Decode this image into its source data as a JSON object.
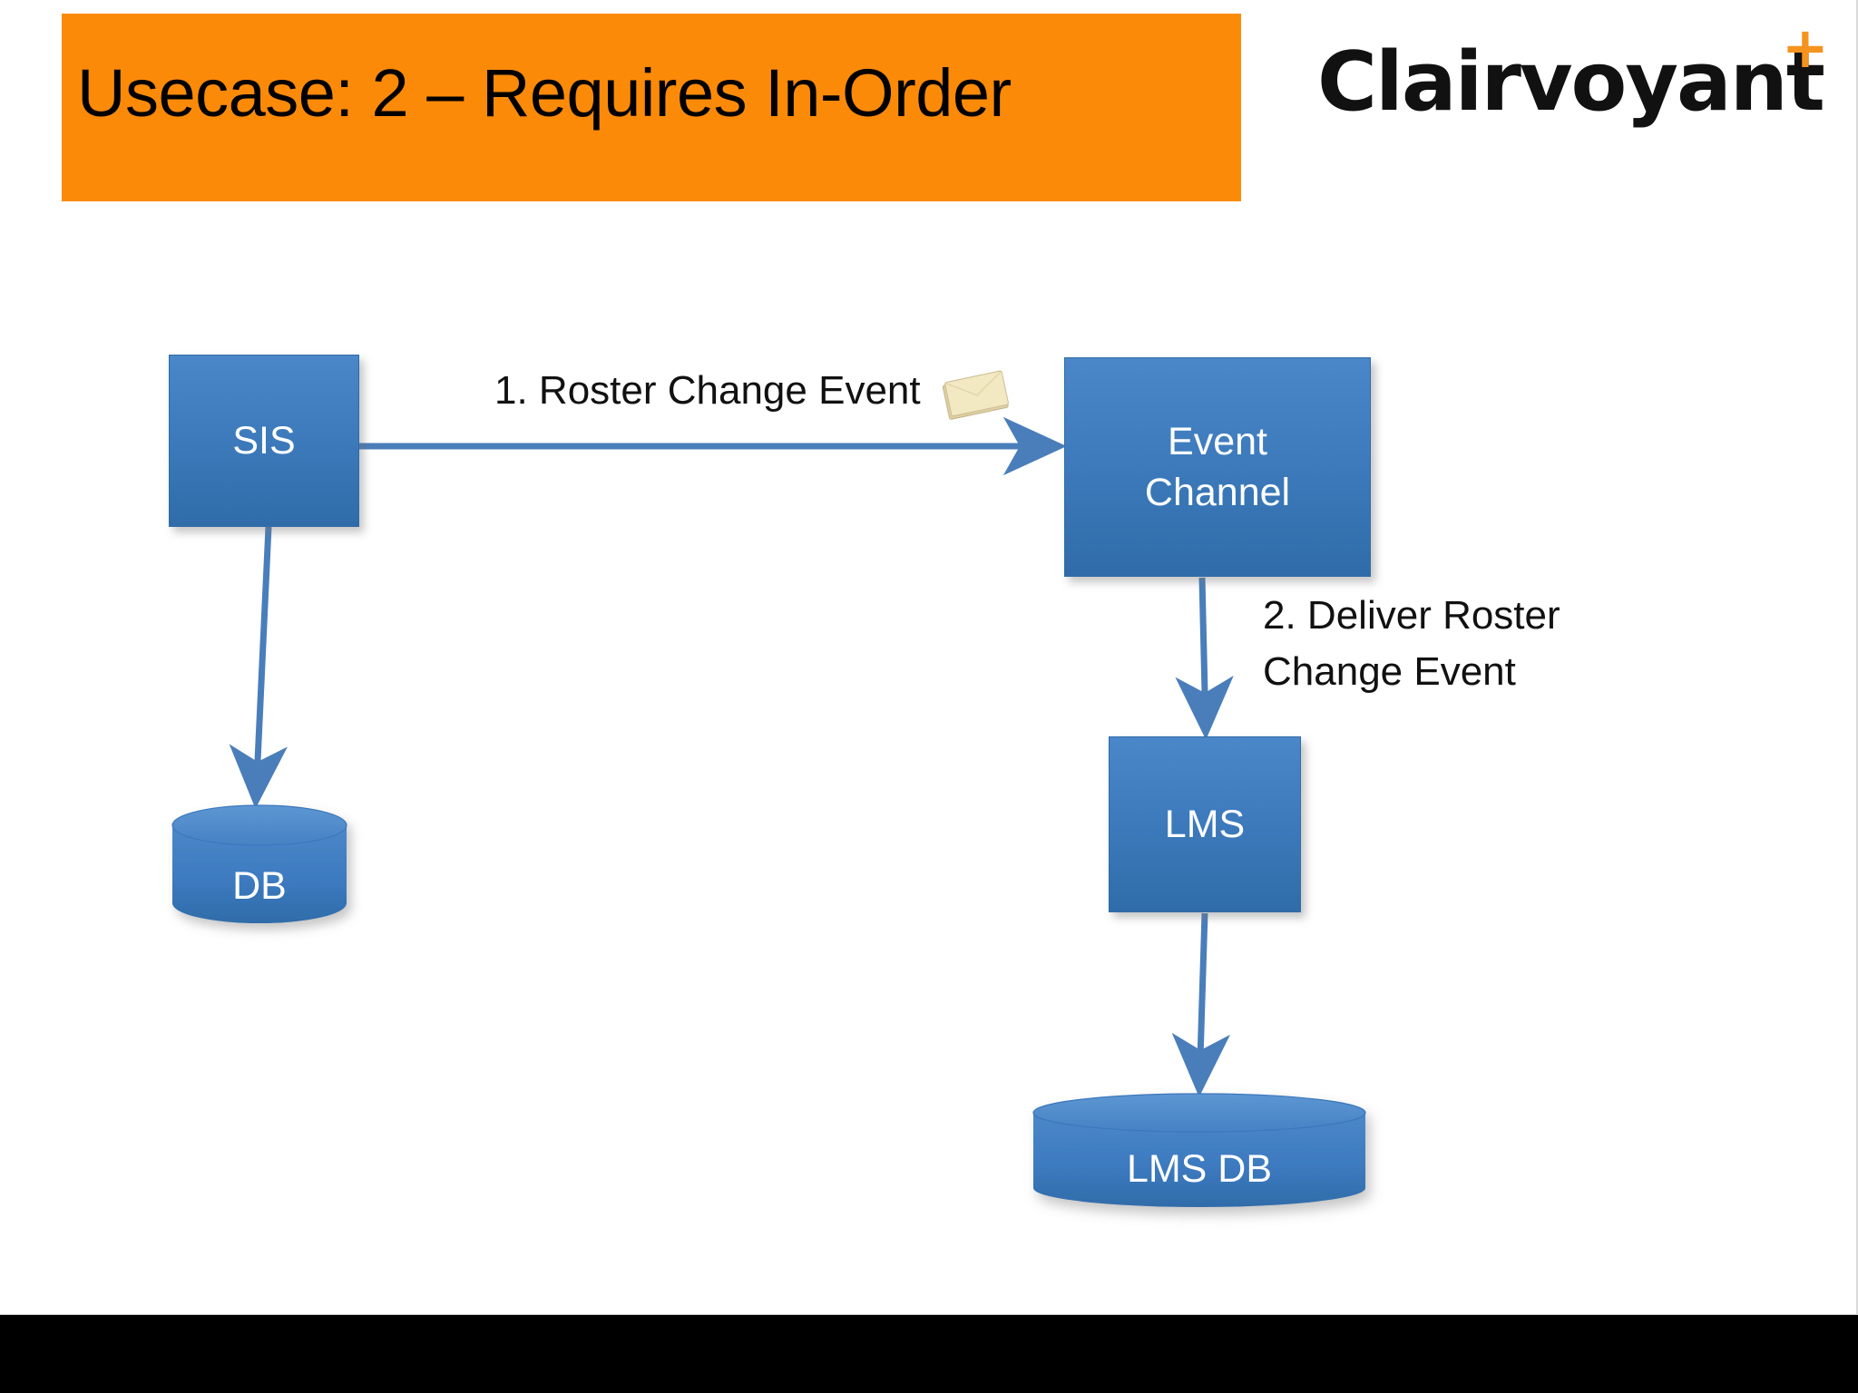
{
  "slide": {
    "title": "Usecase: 2 – Requires In-Order",
    "background_color": "#FFFFFF",
    "banner_color": "#FC8A09",
    "footer_bar_color": "#000000"
  },
  "logo": {
    "word": "Clairvoyant",
    "superscript": "+",
    "word_color": "#111111",
    "superscript_color": "#F5931E"
  },
  "diagram": {
    "node_fill": "#3F7CBE",
    "node_border": "#2F6BA8",
    "connector_color": "#4A7EBB",
    "nodes": [
      {
        "id": "sis",
        "label": "SIS",
        "shape": "rect"
      },
      {
        "id": "event",
        "label": "Event\nChannel",
        "line1": "Event",
        "line2": "Channel",
        "shape": "rect"
      },
      {
        "id": "lms",
        "label": "LMS",
        "shape": "rect"
      },
      {
        "id": "db",
        "label": "DB",
        "shape": "cylinder"
      },
      {
        "id": "lms_db",
        "label": "LMS DB",
        "shape": "cylinder"
      }
    ],
    "edges": [
      {
        "id": "e1",
        "from": "sis",
        "to": "event",
        "label": "1. Roster Change Event",
        "icon": "envelope-note-icon"
      },
      {
        "id": "e2",
        "from": "event",
        "to": "lms",
        "label_line1": "2. Deliver Roster",
        "label_line2": "Change Event"
      },
      {
        "id": "e3",
        "from": "sis",
        "to": "db",
        "label": ""
      },
      {
        "id": "e4",
        "from": "lms",
        "to": "lms_db",
        "label": ""
      }
    ]
  }
}
